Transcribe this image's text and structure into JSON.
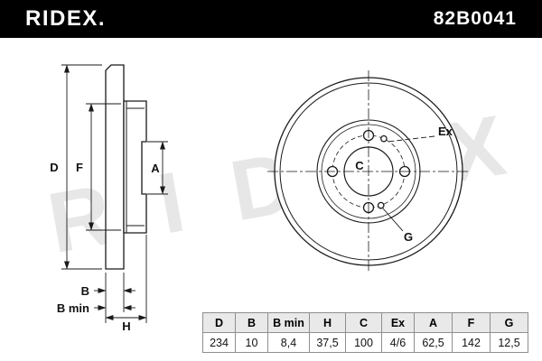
{
  "header": {
    "brand": "RIDEX.",
    "part_number": "82B0041"
  },
  "watermark": {
    "text": "RIDEX"
  },
  "cross_section": {
    "labels": {
      "d": "D",
      "f": "F",
      "a": "A",
      "b": "B",
      "b_min": "B min",
      "h": "H"
    }
  },
  "front_view": {
    "labels": {
      "c": "C",
      "ex": "Ex",
      "g": "G"
    }
  },
  "spec_table": {
    "headers": [
      "D",
      "B",
      "B min",
      "H",
      "C",
      "Ex",
      "A",
      "F",
      "G"
    ],
    "values": [
      "234",
      "10",
      "8,4",
      "37,5",
      "100",
      "4/6",
      "62,5",
      "142",
      "12,5"
    ]
  },
  "colors": {
    "header_bg": "#000000",
    "header_text": "#ffffff",
    "line": "#1a1a1a",
    "table_header_bg": "#e9e9e9",
    "table_border": "#8f8f8f"
  }
}
